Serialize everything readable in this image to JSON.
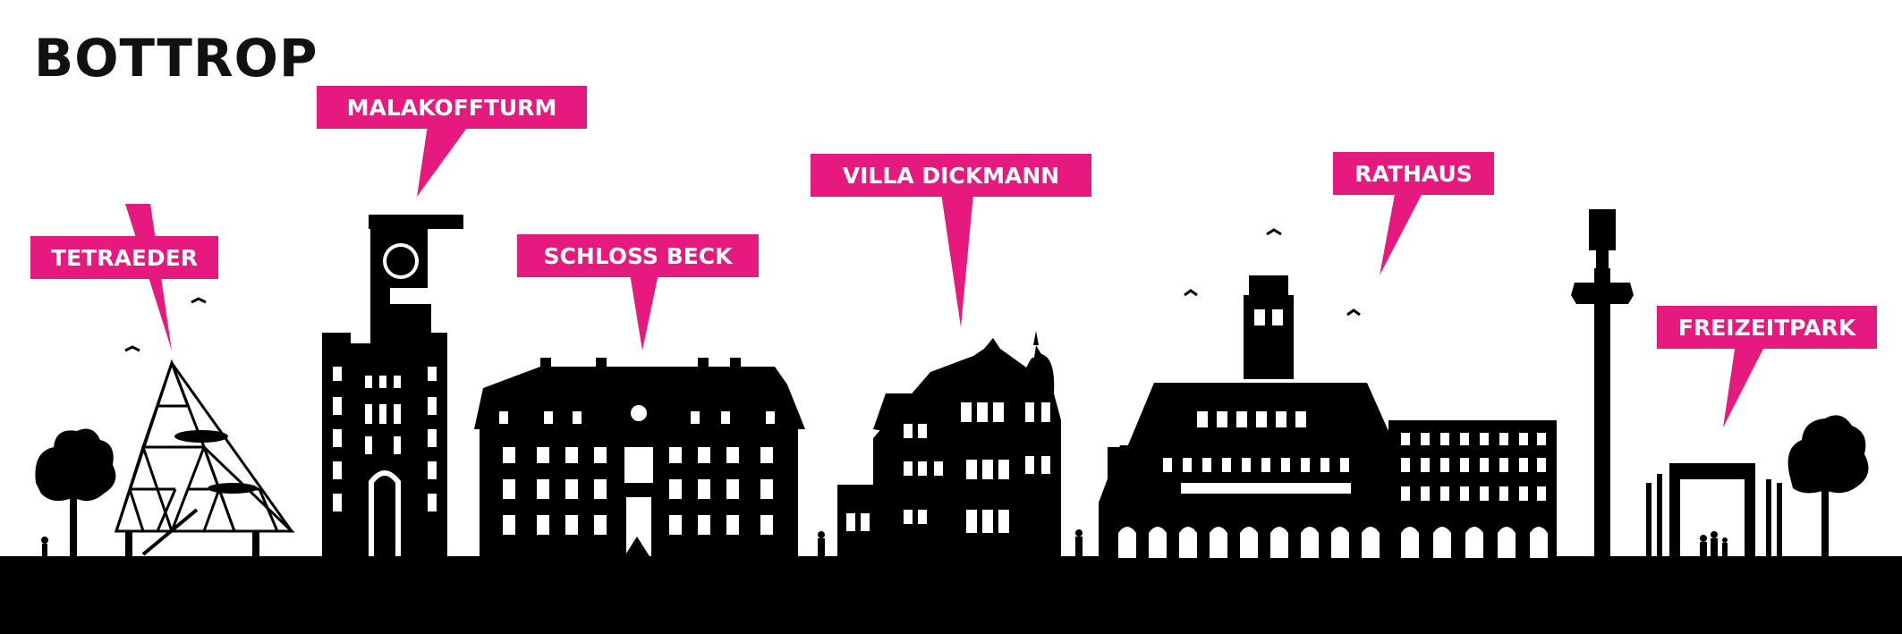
{
  "title": "BOTTROP",
  "colors": {
    "accent": "#e6197f",
    "silhouette": "#000000",
    "background": "#ffffff",
    "label_text": "#ffffff"
  },
  "landmarks": [
    {
      "id": "tetraeder",
      "label": "TETRAEDER"
    },
    {
      "id": "malakoffturm",
      "label": "MALAKOFFTURM"
    },
    {
      "id": "schloss-beck",
      "label": "SCHLOSS BECK"
    },
    {
      "id": "villa-dickmann",
      "label": "VILLA DICKMANN"
    },
    {
      "id": "rathaus",
      "label": "RATHAUS"
    },
    {
      "id": "freizeitpark",
      "label": "FREIZEITPARK"
    }
  ]
}
